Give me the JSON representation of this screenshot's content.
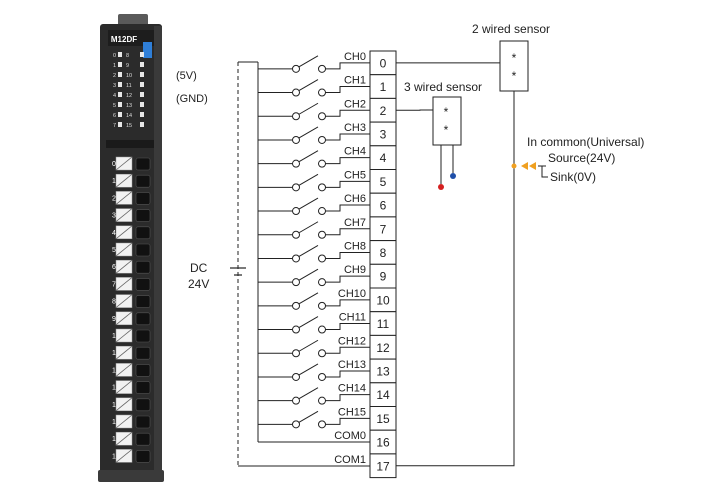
{
  "module": {
    "model": "M12DF",
    "led_labels": [
      [
        "0",
        "8"
      ],
      [
        "1",
        "9"
      ],
      [
        "2",
        "10"
      ],
      [
        "3",
        "11"
      ],
      [
        "4",
        "12"
      ],
      [
        "5",
        "13"
      ],
      [
        "6",
        "14"
      ],
      [
        "7",
        "15"
      ]
    ],
    "pin_labels": [
      "0",
      "1",
      "2",
      "3",
      "4",
      "5",
      "6",
      "7",
      "8",
      "9",
      "10",
      "11",
      "12",
      "13",
      "14",
      "15",
      "16",
      "17"
    ]
  },
  "labels": {
    "v5": "(5V)",
    "gnd": "(GND)",
    "dc": "DC",
    "dc_v": "24V",
    "sensor2": "2 wired sensor",
    "sensor3": "3 wired sensor",
    "common": "In common(Universal)",
    "source": "Source(24V)",
    "sink": "Sink(0V)",
    "sensor_mark": "*"
  },
  "channels": [
    "CH0",
    "CH1",
    "CH2",
    "CH3",
    "CH4",
    "CH5",
    "CH6",
    "CH7",
    "CH8",
    "CH9",
    "CH10",
    "CH11",
    "CH12",
    "CH13",
    "CH14",
    "CH15"
  ],
  "terminals": [
    "0",
    "1",
    "2",
    "3",
    "4",
    "5",
    "6",
    "7",
    "8",
    "9",
    "10",
    "11",
    "12",
    "13",
    "14",
    "15",
    "16",
    "17"
  ],
  "commons": [
    "COM0",
    "COM1"
  ],
  "colors": {
    "module_body": "#2b2b2b",
    "led_blue": "#2f7fd8",
    "wire": "#222222",
    "red_terminal": "#d42020",
    "blue_terminal": "#1f4fa8",
    "source_arrow": "#f0a020"
  }
}
